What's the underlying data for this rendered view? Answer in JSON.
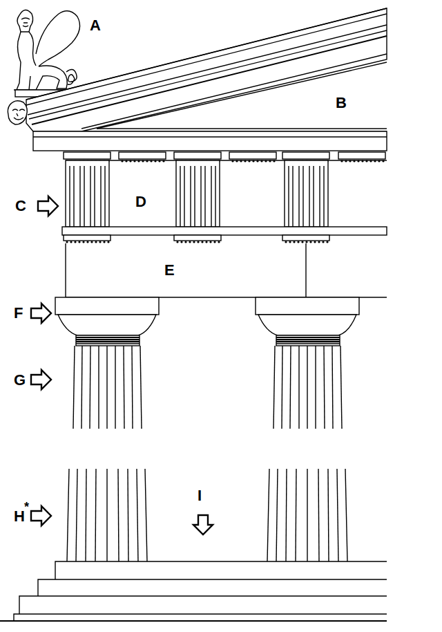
{
  "diagram": {
    "labels": [
      "A",
      "B",
      "C",
      "D",
      "E",
      "F",
      "G",
      "H",
      "*",
      "I"
    ]
  }
}
